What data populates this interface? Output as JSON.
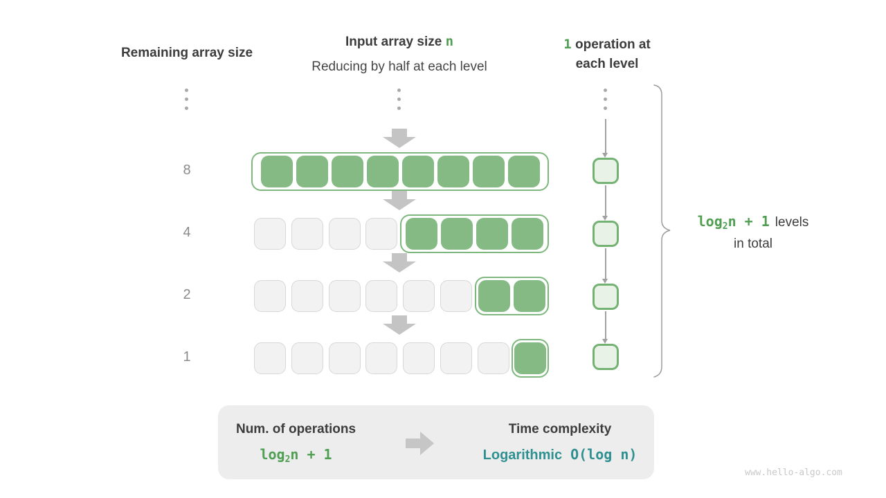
{
  "header": {
    "col_left": "Remaining array size",
    "col_mid_title": "Input array size ",
    "col_mid_var": "n",
    "col_mid_subtitle": "Reducing by half at each level",
    "col_right_num": "1",
    "col_right_line1": " operation at",
    "col_right_line2": "each level"
  },
  "rows": [
    {
      "label": "8",
      "gray_count": 0,
      "green_count": 8
    },
    {
      "label": "4",
      "gray_count": 4,
      "green_count": 4
    },
    {
      "label": "2",
      "gray_count": 6,
      "green_count": 2
    },
    {
      "label": "1",
      "gray_count": 7,
      "green_count": 1
    }
  ],
  "levels_annotation": {
    "code_log": "log",
    "code_sub": "2",
    "code_rest": "n + 1",
    "text_line1": "levels",
    "text_line2": "in total"
  },
  "summary": {
    "ops_title": "Num. of operations",
    "ops_code_log": "log",
    "ops_code_sub": "2",
    "ops_code_rest": "n + 1",
    "time_title": "Time complexity",
    "time_type": "Logarithmic",
    "time_code": "O(log n)"
  },
  "watermark": "www.hello-algo.com",
  "colors": {
    "green_fill": "#85ba85",
    "green_container_border": "#7db77d",
    "green_text": "#4f9e52",
    "light_green_fill": "#e9f2e7",
    "mini_square_border": "#74b274",
    "teal_text": "#2e9090",
    "gray_square_fill": "#f2f2f2",
    "gray_square_border": "#d7d7d7",
    "dark_text": "#3c3c3c",
    "row_label_gray": "#8a8a8a",
    "arrow_gray": "#c4c4c4",
    "summary_box_bg": "#ededed"
  }
}
